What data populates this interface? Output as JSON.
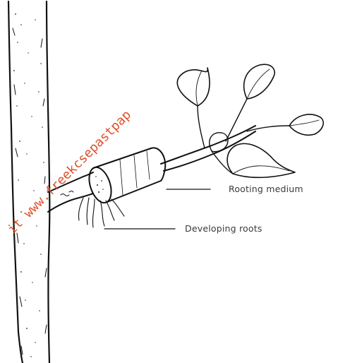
{
  "labels": {
    "rooting_medium": "Rooting medium",
    "developing_roots": "Developing roots"
  },
  "watermark": {
    "text": "it www.freekcsepastpap"
  },
  "colors": {
    "ink": "#111111",
    "label_text": "#3a3a3a",
    "watermark": "#e0502a",
    "background": "#ffffff"
  }
}
